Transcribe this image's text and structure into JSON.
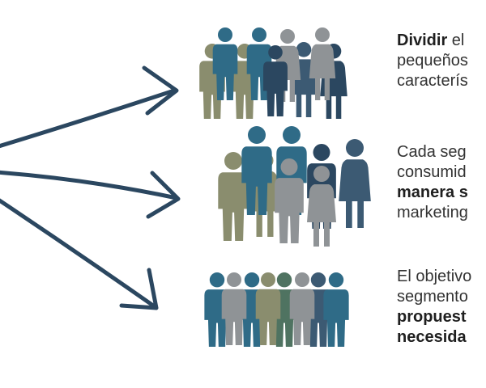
{
  "colors": {
    "navy": "#2b4760",
    "teal": "#2f6b87",
    "slate": "#3c5a73",
    "olive": "#8a8d6e",
    "gray": "#8f9396",
    "green": "#4f7361"
  },
  "icons": [
    "person-icon",
    "arrow-icon"
  ],
  "segments": [
    {
      "lines": [
        {
          "parts": [
            {
              "text": "Dividir",
              "bold": true
            },
            {
              "text": " el",
              "bold": false
            }
          ]
        },
        {
          "parts": [
            {
              "text": "pequeños",
              "bold": false
            }
          ]
        },
        {
          "parts": [
            {
              "text": "caracterís",
              "bold": false
            }
          ]
        }
      ]
    },
    {
      "lines": [
        {
          "parts": [
            {
              "text": "Cada seg",
              "bold": false
            }
          ]
        },
        {
          "parts": [
            {
              "text": "consumid",
              "bold": false
            }
          ]
        },
        {
          "parts": [
            {
              "text": "manera s",
              "bold": true
            }
          ]
        },
        {
          "parts": [
            {
              "text": "marketing",
              "bold": false
            }
          ]
        }
      ]
    },
    {
      "lines": [
        {
          "parts": [
            {
              "text": "El objetivo",
              "bold": false
            }
          ]
        },
        {
          "parts": [
            {
              "text": "segmento",
              "bold": false
            }
          ]
        },
        {
          "parts": [
            {
              "text": "propuest",
              "bold": true
            }
          ]
        },
        {
          "parts": [
            {
              "text": "necesida",
              "bold": true
            }
          ]
        }
      ]
    }
  ]
}
